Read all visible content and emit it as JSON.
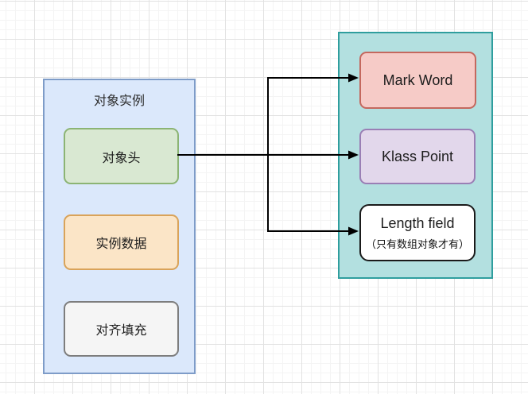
{
  "diagram": {
    "title_hint": "Java object instance memory layout",
    "left_panel": {
      "title": "对象实例",
      "fill": "#dbe8fb",
      "border": "#7e9cc8",
      "boxes": [
        {
          "label": "对象头",
          "fill": "#d9e8d2",
          "border": "#8cb474"
        },
        {
          "label": "实例数据",
          "fill": "#fbe5c7",
          "border": "#d9a35a"
        },
        {
          "label": "对齐填充",
          "fill": "#f5f5f5",
          "border": "#7d7d7d"
        }
      ]
    },
    "right_panel": {
      "fill": "#b3e0e0",
      "border": "#2f9e9e",
      "boxes": [
        {
          "label": "Mark Word",
          "fill": "#f6cbc7",
          "border": "#c4685e"
        },
        {
          "label": "Klass Point",
          "fill": "#e2d7eb",
          "border": "#9a7fb5"
        },
        {
          "label": "Length field",
          "sublabel": "（只有数组对象才有）",
          "fill": "#ffffff",
          "border": "#1a1a1a"
        }
      ]
    },
    "connections": [
      {
        "from": "对象头",
        "to": "Mark Word"
      },
      {
        "from": "对象头",
        "to": "Klass Point"
      },
      {
        "from": "对象头",
        "to": "Length field"
      }
    ],
    "connector_color": "#000000",
    "background": {
      "color": "#ffffff",
      "grid_major": "#e2e2e2",
      "grid_minor": "#f4f4f4"
    }
  }
}
